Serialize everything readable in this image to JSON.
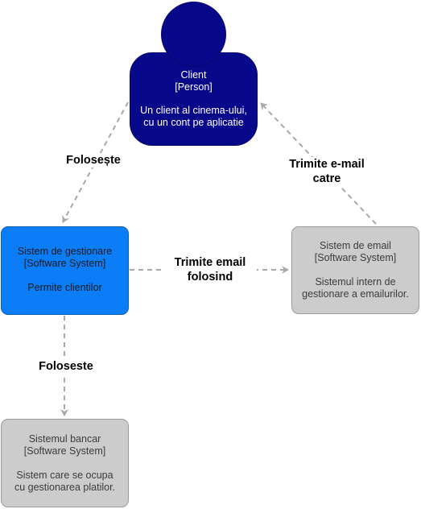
{
  "nodes": {
    "client": {
      "name": "Client",
      "type": "[Person]",
      "description_lines": [
        "Un client al cinema-ului,",
        "cu un cont pe  aplicatie"
      ]
    },
    "gestionare": {
      "name": "Sistem de gestionare",
      "type": "[Software System]",
      "description_lines": [
        "Permite clientilor"
      ]
    },
    "email": {
      "name": "Sistem de email",
      "type": "[Software System]",
      "description_lines": [
        "Sistemul intern de",
        "gestionare a emailurilor."
      ]
    },
    "bancar": {
      "name": "Sistemul bancar",
      "type": "[Software System]",
      "description_lines": [
        "Sistem care se ocupa",
        "cu gestionarea platilor."
      ]
    }
  },
  "edges": {
    "client_to_gestionare": {
      "label_lines": [
        "Folosește"
      ]
    },
    "gestionare_to_email": {
      "label_lines": [
        "Trimite email",
        "folosind"
      ]
    },
    "email_to_client": {
      "label_lines": [
        "Trimite e-mail",
        "catre"
      ]
    },
    "gestionare_to_bancar": {
      "label_lines": [
        "Foloseste"
      ]
    }
  },
  "colors": {
    "person": "#08088a",
    "focus_system": "#0a7df7",
    "external_system": "#cccccc",
    "arrow": "#a8a8a8"
  }
}
